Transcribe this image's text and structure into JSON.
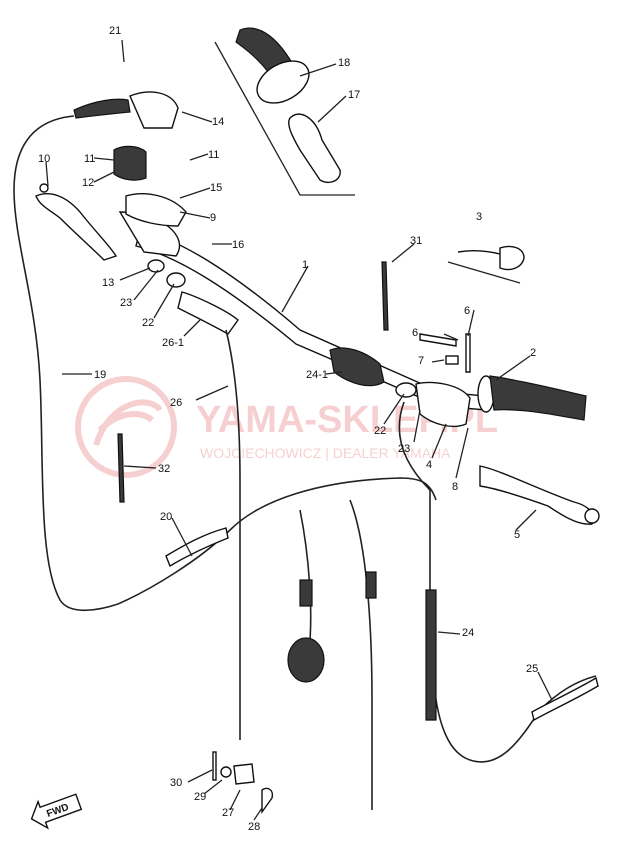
{
  "watermark": {
    "brand": "YAMA-SKLEP.PL",
    "subtitle": "WOJCIECHOWICZ | DEALER YAMAHA",
    "color": "#e05a5a"
  },
  "fwd_label": "FWD",
  "callouts": [
    {
      "id": "c-21",
      "text": "21"
    },
    {
      "id": "c-18",
      "text": "18"
    },
    {
      "id": "c-17",
      "text": "17"
    },
    {
      "id": "c-14",
      "text": "14"
    },
    {
      "id": "c-10",
      "text": "10"
    },
    {
      "id": "c-11a",
      "text": "11"
    },
    {
      "id": "c-11b",
      "text": "11"
    },
    {
      "id": "c-12",
      "text": "12"
    },
    {
      "id": "c-15",
      "text": "15"
    },
    {
      "id": "c-9",
      "text": "9"
    },
    {
      "id": "c-3",
      "text": "3"
    },
    {
      "id": "c-16",
      "text": "16"
    },
    {
      "id": "c-31",
      "text": "31"
    },
    {
      "id": "c-1",
      "text": "1"
    },
    {
      "id": "c-13",
      "text": "13"
    },
    {
      "id": "c-23a",
      "text": "23"
    },
    {
      "id": "c-22a",
      "text": "22"
    },
    {
      "id": "c-26-1",
      "text": "26-1"
    },
    {
      "id": "c-6a",
      "text": "6"
    },
    {
      "id": "c-6b",
      "text": "6"
    },
    {
      "id": "c-7",
      "text": "7"
    },
    {
      "id": "c-2",
      "text": "2"
    },
    {
      "id": "c-19",
      "text": "19"
    },
    {
      "id": "c-24-1",
      "text": "24-1"
    },
    {
      "id": "c-26",
      "text": "26"
    },
    {
      "id": "c-22b",
      "text": "22"
    },
    {
      "id": "c-23b",
      "text": "23"
    },
    {
      "id": "c-4",
      "text": "4"
    },
    {
      "id": "c-8",
      "text": "8"
    },
    {
      "id": "c-32",
      "text": "32"
    },
    {
      "id": "c-5",
      "text": "5"
    },
    {
      "id": "c-20",
      "text": "20"
    },
    {
      "id": "c-24",
      "text": "24"
    },
    {
      "id": "c-25",
      "text": "25"
    },
    {
      "id": "c-30",
      "text": "30"
    },
    {
      "id": "c-29",
      "text": "29"
    },
    {
      "id": "c-27",
      "text": "27"
    },
    {
      "id": "c-28",
      "text": "28"
    }
  ]
}
